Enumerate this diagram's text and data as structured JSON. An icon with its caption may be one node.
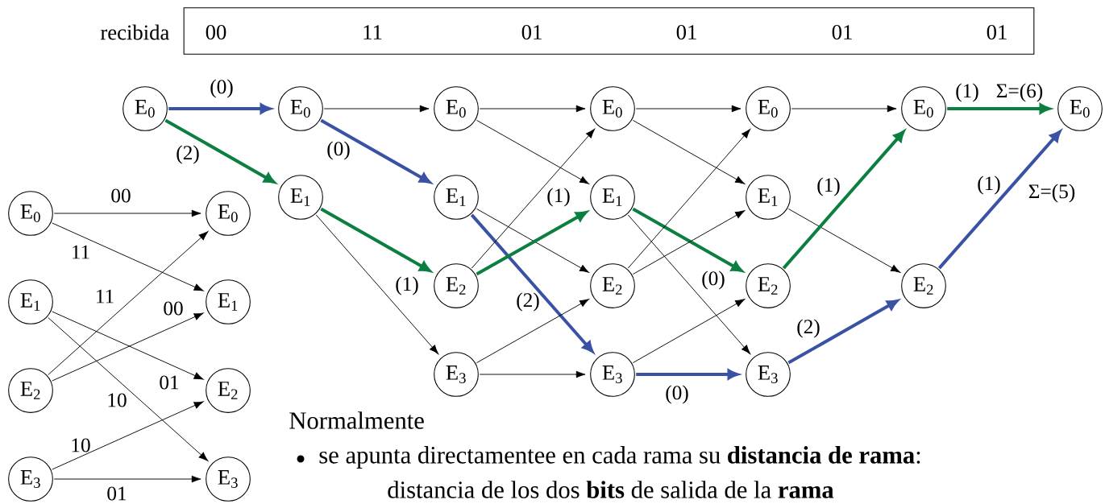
{
  "diagram": {
    "nodes": [
      {
        "text": [
          "00",
          "11",
          "01",
          "01",
          "01",
          "01"
        ],
        "beside": [
          "recibida"
        ]
      },
      {
        "text": [
          "E$_{0}$"
        ]
      },
      {
        "text": [
          "E$_{0}$"
        ]
      },
      {
        "text": [
          "E$_{1}$"
        ]
      },
      {
        "text": [
          "E$_{0}$"
        ]
      },
      {
        "text": [
          "E$_{1}$"
        ]
      },
      {
        "text": [
          "E$_{2}$"
        ]
      },
      {
        "text": [
          "E$_{3}$"
        ]
      },
      {
        "text": [
          "E$_{0}$"
        ]
      },
      {
        "text": [
          "E$_{1}$"
        ]
      },
      {
        "text": [
          "E$_{2}$"
        ]
      },
      {
        "text": [
          "E$_{3}$"
        ]
      },
      {
        "text": [
          "E$_{0}$"
        ]
      },
      {
        "text": [
          "E$_{1}$"
        ]
      },
      {
        "text": [
          "E$_{2}$"
        ]
      },
      {
        "text": [
          "E$_{3}$"
        ]
      },
      {
        "text": [
          "E$_{0}$"
        ]
      },
      {
        "text": [
          "E$_{2}$"
        ]
      },
      {
        "text": [
          "E$_{0}$"
        ]
      },
      {
        "text": [
          "E$_{0}$"
        ]
      },
      {
        "text": [
          "E$_{1}$"
        ]
      },
      {
        "text": [
          "E$_{2}$"
        ]
      },
      {
        "text": [
          "E$_{3}$"
        ]
      },
      {
        "text": [
          "E$_{0}$"
        ]
      },
      {
        "text": [
          "E$_{1}$"
        ]
      },
      {
        "text": [
          "E$_{2}$"
        ]
      },
      {
        "text": [
          "E$_{3}$"
        ]
      }
    ],
    "edges": [
      {
        "from": 1,
        "to": 2,
        "arrow": "to",
        "label": "(0)",
        "style": "thick",
        "color": "#3a52a4"
      },
      {
        "from": 1,
        "to": 3,
        "arrow": "to",
        "label": "(2)",
        "style": "thick",
        "color": "#0a7f3f"
      },
      {
        "from": 2,
        "to": 4,
        "arrow": "to"
      },
      {
        "from": 2,
        "to": 5,
        "arrow": "to",
        "label": "(0)",
        "style": "thick",
        "color": "#3a52a4"
      },
      {
        "from": 3,
        "to": 6,
        "arrow": "to",
        "label": "(1)",
        "style": "thick",
        "color": "#0a7f3f"
      },
      {
        "from": 3,
        "to": 7,
        "arrow": "to"
      },
      {
        "from": 4,
        "to": 8,
        "arrow": "to"
      },
      {
        "from": 4,
        "to": 9,
        "arrow": "to"
      },
      {
        "from": 5,
        "to": 10,
        "arrow": "to"
      },
      {
        "from": 5,
        "to": 11,
        "arrow": "to",
        "label": "(2)",
        "style": "thick",
        "color": "#3a52a4"
      },
      {
        "from": 6,
        "to": 8,
        "arrow": "to"
      },
      {
        "from": 6,
        "to": 9,
        "arrow": "to",
        "label": "(1)",
        "style": "thick",
        "color": "#0a7f3f"
      },
      {
        "from": 7,
        "to": 10,
        "arrow": "to"
      },
      {
        "from": 7,
        "to": 11,
        "arrow": "to"
      },
      {
        "from": 8,
        "to": 12,
        "arrow": "to"
      },
      {
        "from": 8,
        "to": 13,
        "arrow": "to"
      },
      {
        "from": 9,
        "to": 14,
        "arrow": "to",
        "label": "(0)",
        "style": "thick",
        "color": "#0a7f3f"
      },
      {
        "from": 9,
        "to": 15,
        "arrow": "to"
      },
      {
        "from": 10,
        "to": 12,
        "arrow": "to"
      },
      {
        "from": 10,
        "to": 13,
        "arrow": "to"
      },
      {
        "from": 11,
        "to": 14,
        "arrow": "to"
      },
      {
        "from": 11,
        "to": 15,
        "arrow": "to",
        "label": "(0)",
        "style": "thick",
        "color": "#3a52a4"
      },
      {
        "from": 12,
        "to": 16,
        "arrow": "to"
      },
      {
        "from": 13,
        "to": 17,
        "arrow": "to"
      },
      {
        "from": 14,
        "to": 16,
        "arrow": "to",
        "label": "(1)",
        "style": "thick",
        "color": "#0a7f3f"
      },
      {
        "from": 15,
        "to": 17,
        "arrow": "to",
        "label": "(2)",
        "style": "thick",
        "color": "#3a52a4"
      },
      {
        "from": 16,
        "to": 18,
        "arrow": "to",
        "label": "(1)",
        "style": "thick",
        "color": "#0a7f3f"
      },
      {
        "from": 17,
        "to": 18,
        "arrow": "to",
        "label": "(1)",
        "style": "thick",
        "color": "#3a52a4"
      },
      {
        "from": 19,
        "to": 23,
        "arrow": "to",
        "label": "00"
      },
      {
        "from": 19,
        "to": 24,
        "arrow": "to",
        "label": "11"
      },
      {
        "from": 20,
        "to": 25,
        "arrow": "to",
        "label": "01"
      },
      {
        "from": 20,
        "to": 26,
        "arrow": "to",
        "label": "10"
      },
      {
        "from": 21,
        "to": 23,
        "arrow": "to",
        "label": "11"
      },
      {
        "from": 21,
        "to": 24,
        "arrow": "to",
        "label": "00"
      },
      {
        "from": 22,
        "to": 25,
        "arrow": "to",
        "label": "10"
      },
      {
        "from": 22,
        "to": 26,
        "arrow": "to",
        "label": "01"
      }
    ],
    "labels": [
      "Σ=(6)",
      "Σ=(5)",
      "Normalmente",
      "se apunta directamentee en cada rama su **distancia de rama**:",
      "distancia de los dos **bits** de salida de la **rama**"
    ]
  }
}
